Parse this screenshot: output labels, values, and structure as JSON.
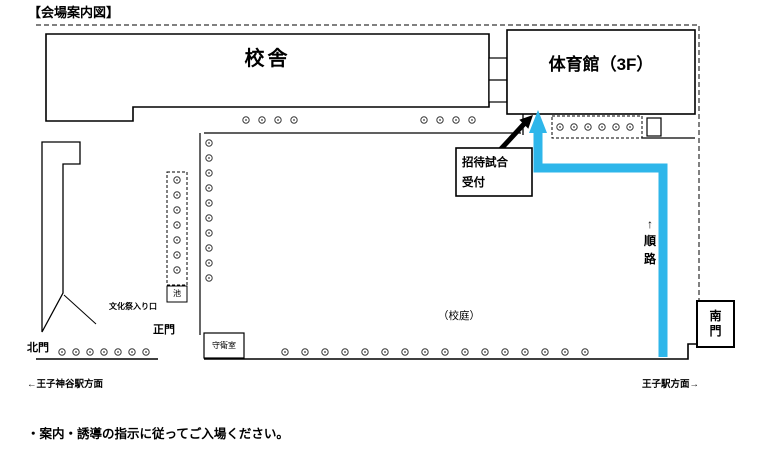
{
  "page": {
    "title": "【会場案内図】",
    "note": "・案内・誘導の指示に従ってご入場ください。"
  },
  "map": {
    "school_building": "校舎",
    "gymnasium": "体育館（3F）",
    "reception": "招待試合\n受付",
    "route_direction": "↑\n順\n路",
    "south_gate": "南\n門",
    "north_gate": "北門",
    "main_gate": "正門",
    "guard_room": "守衛室",
    "pond": "池",
    "festival_entrance": "文化祭入り口",
    "schoolyard": "（校庭）",
    "toward_oji_kamiya": "←王子神谷駅方面",
    "toward_oji": "王子駅方面→",
    "colors": {
      "route_blue": "#2eb6ea",
      "line_black": "#000000"
    }
  }
}
